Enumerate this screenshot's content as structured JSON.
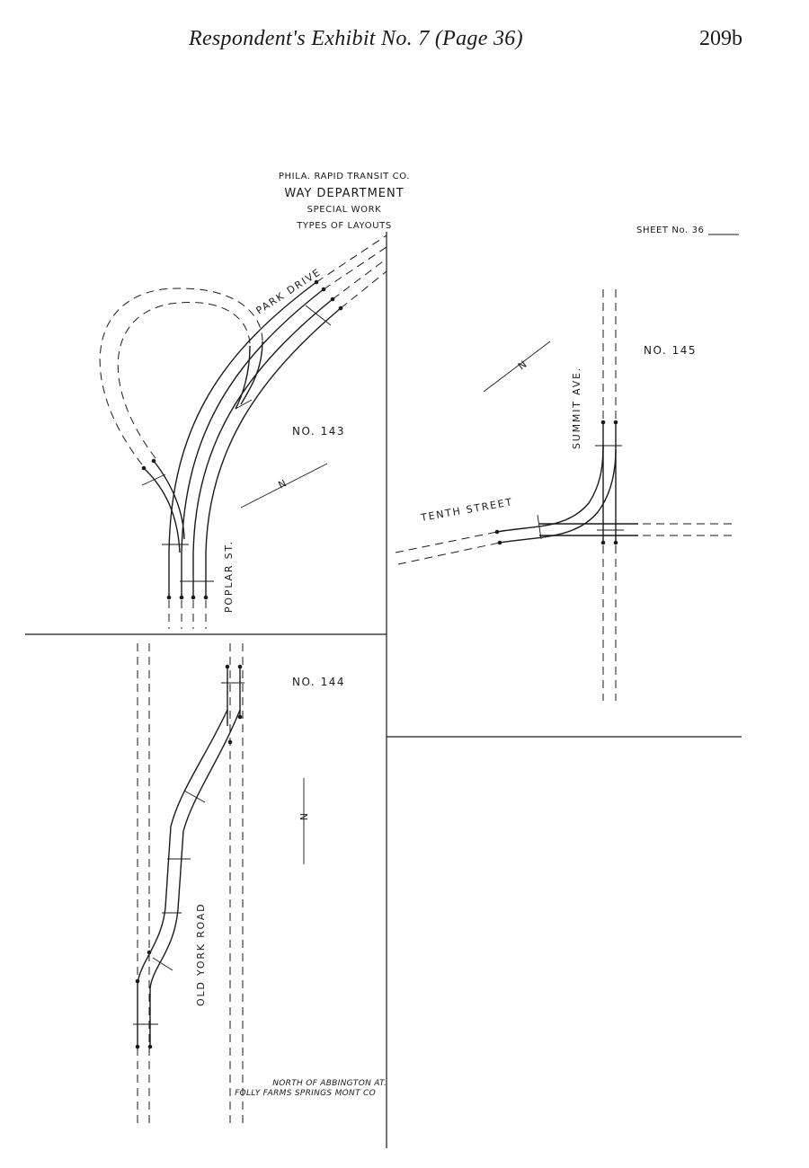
{
  "header": {
    "running_title": "Respondent's Exhibit No. 7 (Page 36)",
    "page_number": "209b"
  },
  "title_block": {
    "company": "PHILA. RAPID TRANSIT CO.",
    "department": "WAY DEPARTMENT",
    "subject": "SPECIAL WORK",
    "type": "TYPES OF LAYOUTS"
  },
  "sheet": {
    "label": "SHEET No. 36"
  },
  "layouts": [
    {
      "number": "NO. 143",
      "streets": [
        "PARK DRIVE",
        "POPLAR ST."
      ]
    },
    {
      "number": "NO. 144",
      "streets": [
        "OLD YORK ROAD"
      ],
      "note_line1": "NORTH OF ABBINGTON AT.",
      "note_line2": "FOLLY FARMS SPRINGS MONT CO"
    },
    {
      "number": "NO. 145",
      "streets": [
        "TENTH STREET",
        "SUMMIT AVE."
      ]
    }
  ],
  "north_arrow": {
    "symbol": "N",
    "name": "north-arrow-icon"
  }
}
